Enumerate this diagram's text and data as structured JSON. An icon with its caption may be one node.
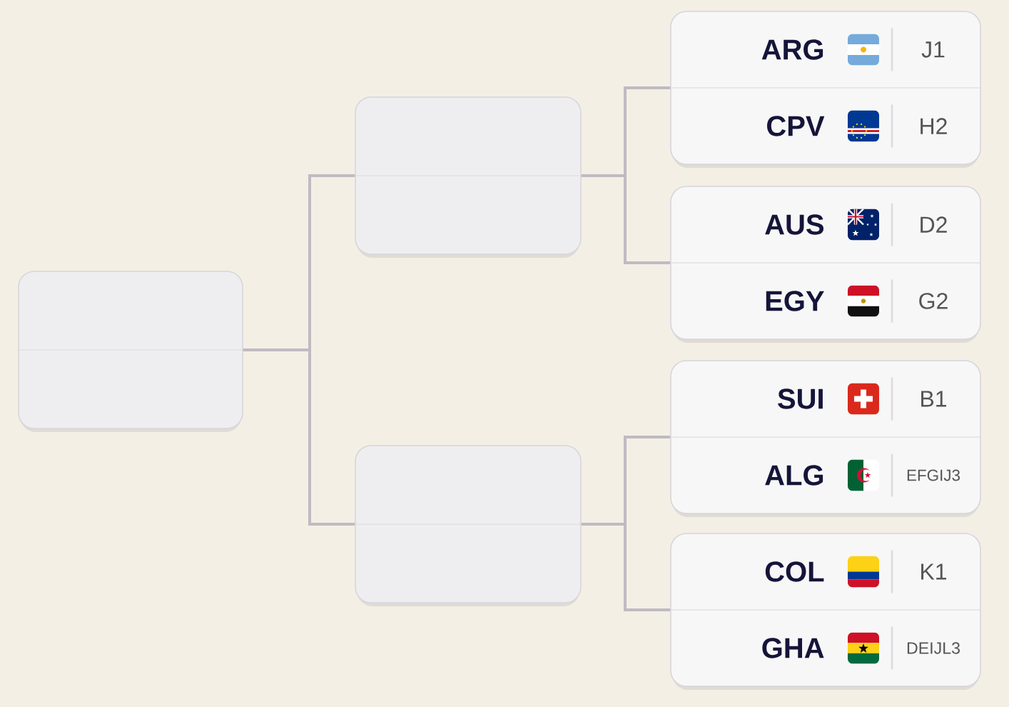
{
  "diagram": {
    "nodes": [
      {
        "text": [],
        "shape": "box"
      },
      {
        "text": [],
        "shape": "box"
      },
      {
        "text": [],
        "shape": "box"
      },
      {
        "text": [
          "ARG",
          "J1",
          "CPV",
          "H2"
        ]
      },
      {
        "text": [
          "AUS",
          "D2",
          "EGY",
          "G2"
        ]
      },
      {
        "text": [
          "SUI",
          "B1",
          "ALG",
          "EFGIJ3"
        ]
      },
      {
        "text": [
          "COL",
          "K1",
          "GHA",
          "DEIJL3"
        ]
      }
    ],
    "edges": [
      {
        "from": 3,
        "to": 1,
        "arrow": "none"
      },
      {
        "from": 4,
        "to": 1,
        "arrow": "none"
      },
      {
        "from": 5,
        "to": 2,
        "arrow": "none"
      },
      {
        "from": 6,
        "to": 2,
        "arrow": "none"
      },
      {
        "from": 1,
        "to": 0,
        "arrow": "none"
      },
      {
        "from": 2,
        "to": 0,
        "arrow": "none"
      }
    ]
  }
}
